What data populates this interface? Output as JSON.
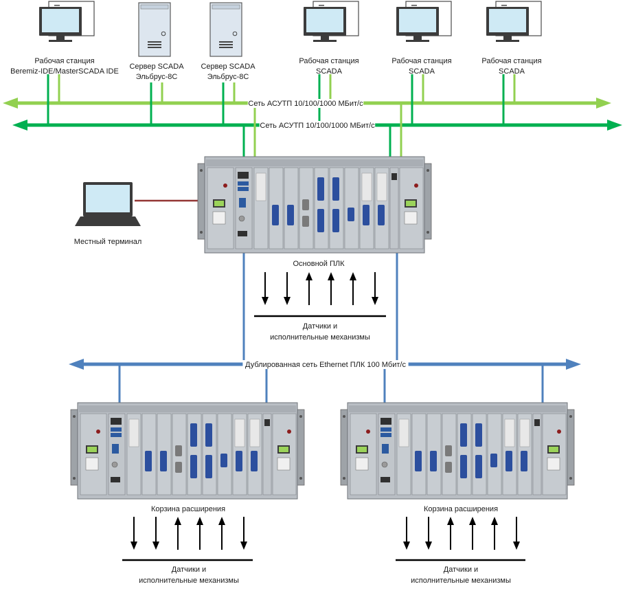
{
  "colors": {
    "net_light": "#92d050",
    "net_dark": "#00b050",
    "ethernet": "#4f81bd",
    "ethernet_dark": "#2f5f9e",
    "terminal_link": "#943634",
    "monitor_screen": "#cfeaf5",
    "server_face": "#dde6ef",
    "rack_body": "#b9bec4"
  },
  "workstations": [
    {
      "label_line1": "Рабочая станция",
      "label_line2": "Beremiz-IDE/MasterSCADA IDE",
      "icon": "workstation-icon"
    },
    {
      "label_line1": "Рабочая станция",
      "label_line2": "SCADA",
      "icon": "workstation-icon"
    },
    {
      "label_line1": "Рабочая станция",
      "label_line2": "SCADA",
      "icon": "workstation-icon"
    },
    {
      "label_line1": "Рабочая станция",
      "label_line2": "SCADA",
      "icon": "workstation-icon"
    }
  ],
  "servers": [
    {
      "label_line1": "Сервер SCADA",
      "label_line2": "Эльбрус-8С",
      "icon": "server-icon"
    },
    {
      "label_line1": "Сервер SCADA",
      "label_line2": "Эльбрус-8С",
      "icon": "server-icon"
    }
  ],
  "networks": {
    "asu_top": "Сеть АСУТП 10/100/1000 МБит/с",
    "asu_bottom": "Сеть АСУТП 10/100/1000 МБит/с",
    "ethernet_plc": "Дублированная сеть Ethernet ПЛК 100 Мбит/с"
  },
  "local_terminal": {
    "label": "Местный терминал",
    "icon": "terminal-icon"
  },
  "main_plc": {
    "label": "Основной ПЛК",
    "arrows": [
      "down",
      "down",
      "up",
      "up",
      "up",
      "down"
    ],
    "io_line1": "Датчики и",
    "io_line2": "исполнительные механизмы"
  },
  "expansion": [
    {
      "label": "Корзина расширения",
      "arrows": [
        "down",
        "down",
        "up",
        "up",
        "up",
        "down"
      ],
      "io_line1": "Датчики и",
      "io_line2": "исполнительные механизмы"
    },
    {
      "label": "Корзина расширения",
      "arrows": [
        "down",
        "down",
        "up",
        "up",
        "up",
        "down"
      ],
      "io_line1": "Датчики и",
      "io_line2": "исполнительные механизмы"
    }
  ]
}
